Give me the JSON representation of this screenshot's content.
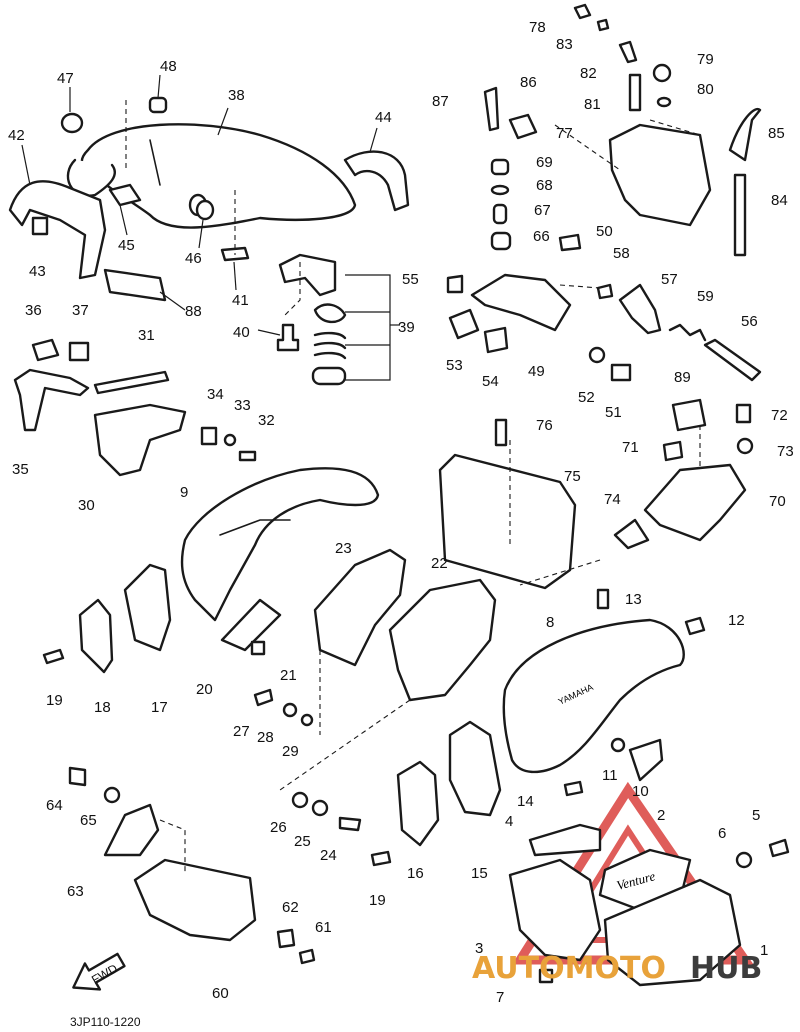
{
  "diagram_code": "3JP110-1220",
  "direction_label": "FWD",
  "watermark": {
    "text_a": "AUTOMOTO",
    "text_b": "HUB",
    "color_a": "#e8a23a",
    "color_b": "#3c3c3c",
    "triangle_color": "#d93a36"
  },
  "badges": {
    "yamaha": "YAMAHA",
    "venture": "Venture"
  },
  "callouts": [
    "1",
    "2",
    "3",
    "4",
    "5",
    "6",
    "7",
    "8",
    "9",
    "10",
    "11",
    "12",
    "13",
    "14",
    "15",
    "16",
    "17",
    "18",
    "19",
    "19",
    "20",
    "21",
    "22",
    "23",
    "24",
    "25",
    "26",
    "27",
    "28",
    "29",
    "30",
    "31",
    "32",
    "33",
    "34",
    "35",
    "36",
    "37",
    "38",
    "39",
    "40",
    "41",
    "42",
    "43",
    "44",
    "45",
    "46",
    "47",
    "48",
    "49",
    "50",
    "51",
    "52",
    "53",
    "54",
    "55",
    "56",
    "57",
    "58",
    "59",
    "60",
    "61",
    "62",
    "63",
    "64",
    "65",
    "66",
    "67",
    "68",
    "69",
    "70",
    "71",
    "72",
    "73",
    "74",
    "75",
    "76",
    "77",
    "78",
    "79",
    "80",
    "81",
    "82",
    "83",
    "84",
    "85",
    "86",
    "87",
    "88",
    "89"
  ]
}
